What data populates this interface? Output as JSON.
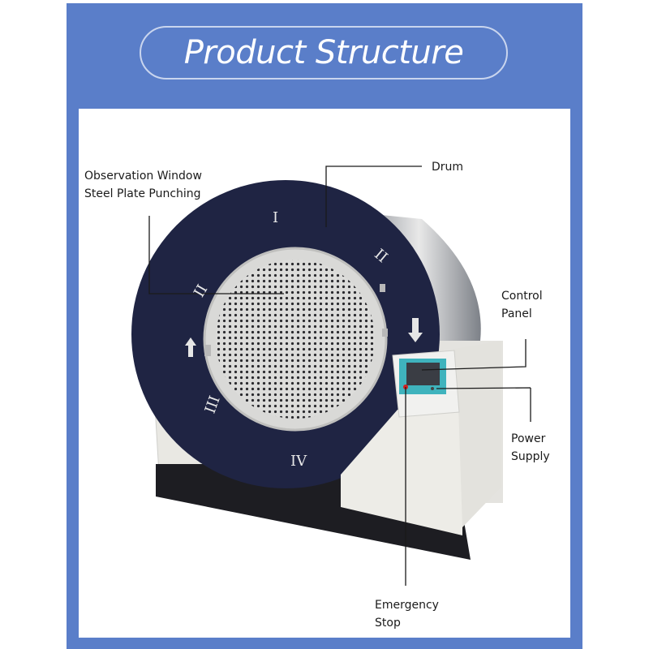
{
  "title": "Product Structure",
  "labels": {
    "observation_line1": "Observation Window",
    "observation_line2": "Steel Plate Punching",
    "drum": "Drum",
    "control_line1": "Control",
    "control_line2": "Panel",
    "power_line1": "Power",
    "power_line2": "Supply",
    "emergency_line1": "Emergency",
    "emergency_line2": "Stop"
  },
  "dial_numerals": {
    "top": "I",
    "right": "II",
    "left": "II",
    "lower_left": "III",
    "bottom": "IV"
  },
  "colors": {
    "background": "#5a7ec9",
    "drum_face": "#1f2443",
    "cabinet": "#ecebe6",
    "window": "#d9d9d7",
    "screen_frame": "#3fb3bd",
    "emergency_dot": "#d42020"
  },
  "icons": {
    "arrow_down": "arrow-down-icon",
    "arrow_up": "arrow-up-icon"
  }
}
